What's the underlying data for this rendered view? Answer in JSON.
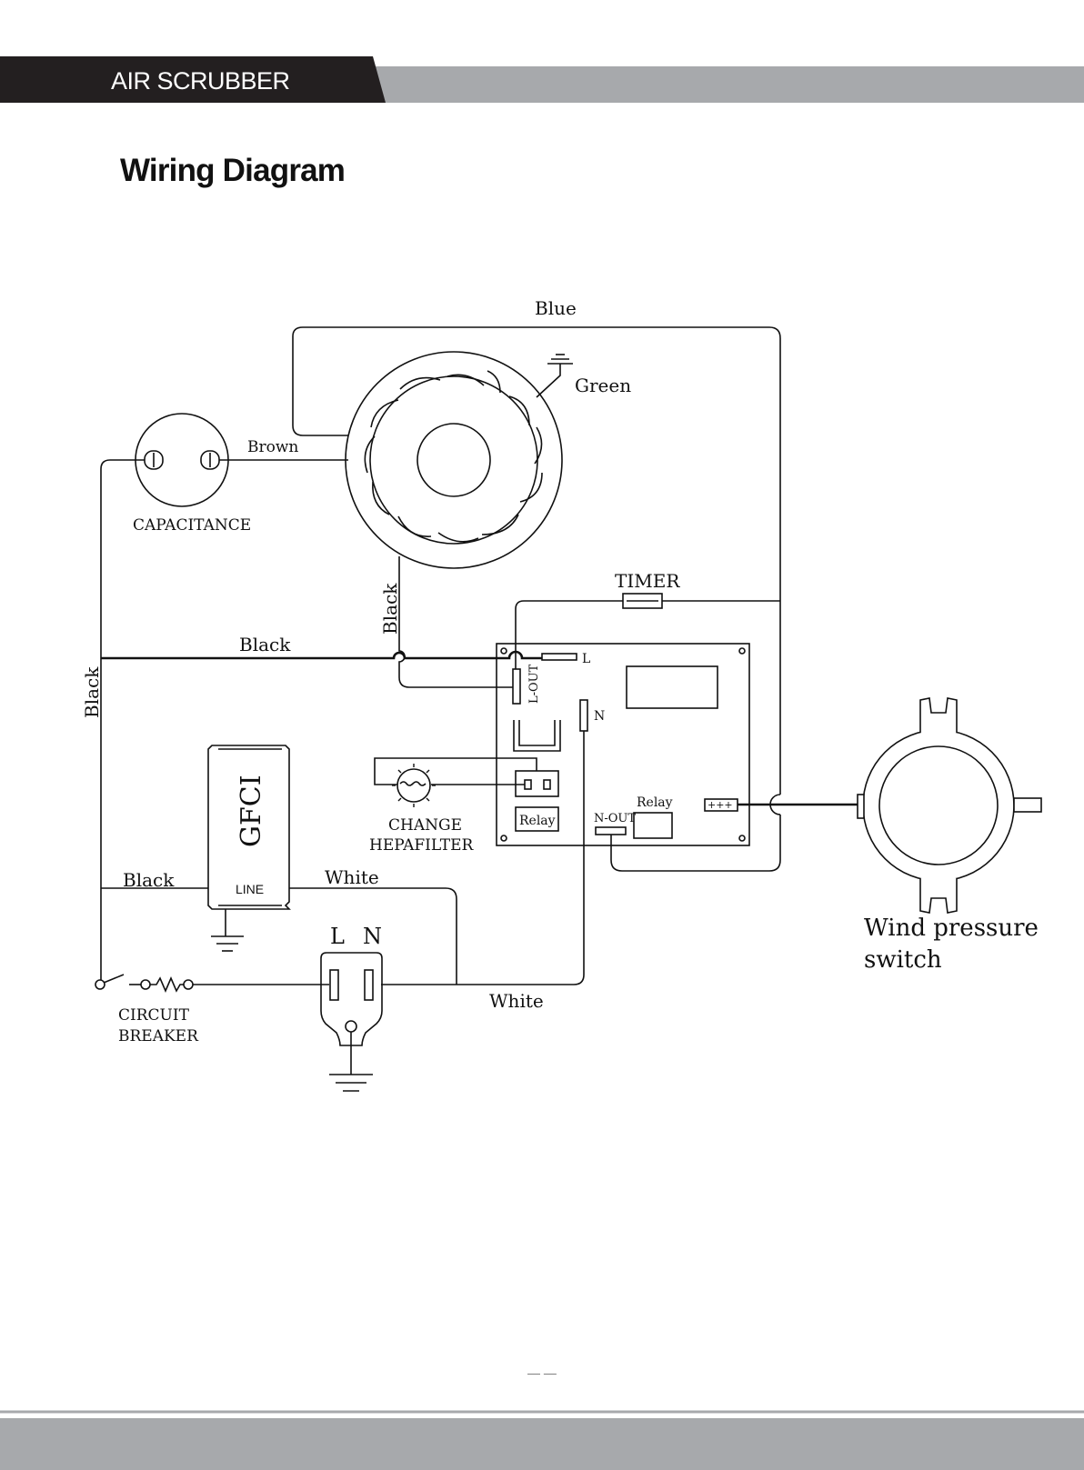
{
  "header": {
    "brand": "AIR SCRUBBER"
  },
  "page": {
    "title": "Wiring Diagram",
    "page_number": "— —"
  },
  "colors": {
    "header_dark": "#231f20",
    "header_gray": "#a7a9ac",
    "footer_gray": "#a7a9ac",
    "line": "#111111"
  },
  "labels": {
    "blue": "Blue",
    "green": "Green",
    "brown": "Brown",
    "capacitance": "CAPACITANCE",
    "black_fan": "Black",
    "black_top": "Black",
    "black_left": "Black",
    "black_gfci": "Black",
    "timer": "TIMER",
    "l": "L",
    "l_out": "L-OUT",
    "n": "N",
    "relay1": "Relay",
    "relay2": "Relay",
    "n_out": "N-OUT",
    "terminal": "+++",
    "gfci": "GFCI",
    "line": "LINE",
    "white_top": "White",
    "white_bottom": "White",
    "change": "CHANGE",
    "hepafilter": "HEPAFILTER",
    "plug_l": "L",
    "plug_n": "N",
    "circuit": "CIRCUIT",
    "breaker": "BREAKER",
    "wind1": "Wind pressure",
    "wind2": "switch"
  }
}
